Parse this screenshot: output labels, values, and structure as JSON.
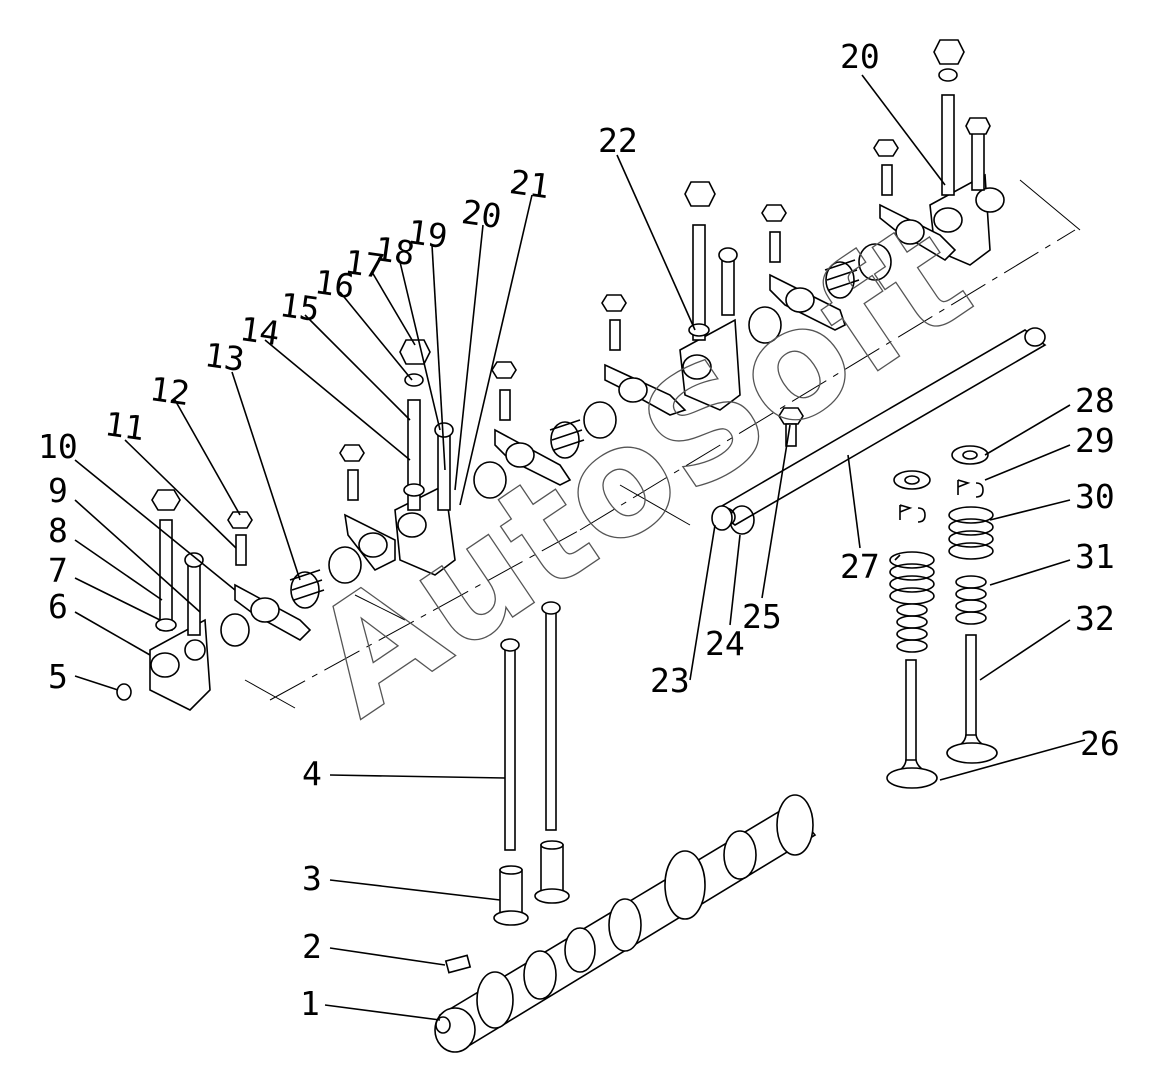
{
  "watermark": "AutoSoft",
  "callouts": [
    "1",
    "2",
    "3",
    "4",
    "5",
    "6",
    "7",
    "8",
    "9",
    "10",
    "11",
    "12",
    "13",
    "14",
    "15",
    "16",
    "17",
    "18",
    "19",
    "20",
    "21",
    "22",
    "23",
    "24",
    "25",
    "20",
    "27",
    "26",
    "28",
    "29",
    "30",
    "31",
    "32"
  ]
}
